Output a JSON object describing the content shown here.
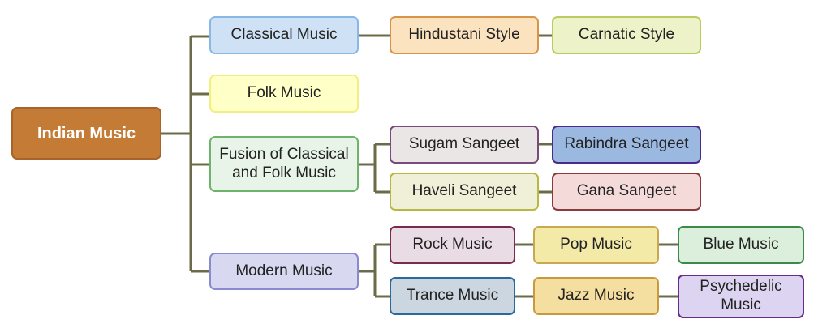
{
  "root": {
    "label": "Indian Music",
    "bg": "#c47b35",
    "border": "#a8642a"
  },
  "nodes": {
    "classical": {
      "label": "Classical Music",
      "bg": "#cfe2f5",
      "border": "#8ab8e6"
    },
    "folk": {
      "label": "Folk Music",
      "bg": "#ffffc8",
      "border": "#f2ee80"
    },
    "fusion": {
      "label": "Fusion of Classical and Folk Music",
      "bg": "#e8f4e8",
      "border": "#6db36d"
    },
    "modern": {
      "label": "Modern Music",
      "bg": "#d8d8f0",
      "border": "#8a8ad0"
    },
    "hindustani": {
      "label": "Hindustani Style",
      "bg": "#fbe3c0",
      "border": "#d8954a"
    },
    "carnatic": {
      "label": "Carnatic Style",
      "bg": "#eef2c8",
      "border": "#b8cc60"
    },
    "sugam": {
      "label": "Sugam Sangeet",
      "bg": "#ebe6e6",
      "border": "#7a4a7a"
    },
    "rabindra": {
      "label": "Rabindra Sangeet",
      "bg": "#9ab8e0",
      "border": "#4a2a8a"
    },
    "haveli": {
      "label": "Haveli Sangeet",
      "bg": "#f0f0d8",
      "border": "#b8b840"
    },
    "gana": {
      "label": "Gana Sangeet",
      "bg": "#f5dada",
      "border": "#8a3a3a"
    },
    "rock": {
      "label": "Rock Music",
      "bg": "#eadce4",
      "border": "#7a2a50"
    },
    "pop": {
      "label": "Pop Music",
      "bg": "#f3eaa8",
      "border": "#c8a850"
    },
    "blue": {
      "label": "Blue Music",
      "bg": "#dcefdc",
      "border": "#3a8a4a"
    },
    "trance": {
      "label": "Trance Music",
      "bg": "#ccd6e0",
      "border": "#2a6a9a"
    },
    "jazz": {
      "label": "Jazz Music",
      "bg": "#f5dfa0",
      "border": "#c89a40"
    },
    "psychedelic": {
      "label": "Psychedelic Music",
      "bg": "#dcd4f0",
      "border": "#6a2a8a"
    }
  },
  "line_color": "#6b6b4a"
}
